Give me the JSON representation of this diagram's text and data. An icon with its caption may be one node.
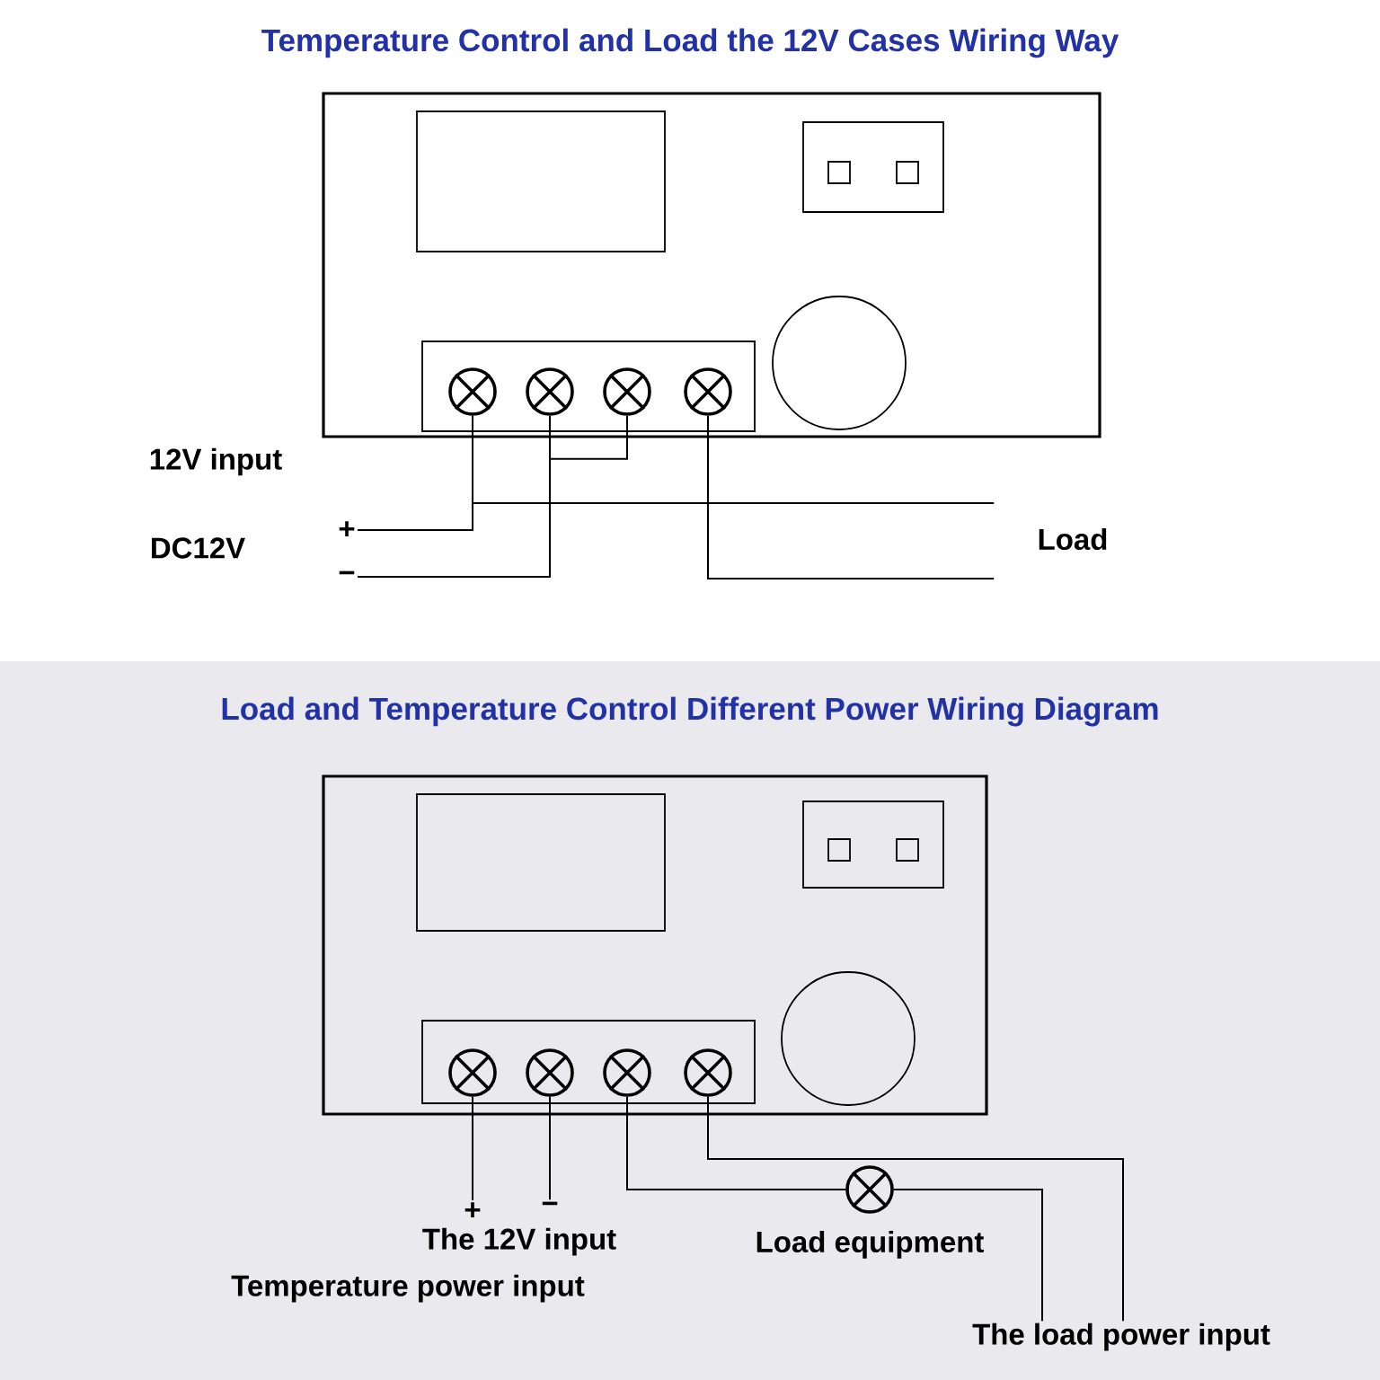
{
  "diagram": {
    "title": "Temperature Control and Load the 12V Cases Wiring Way",
    "nodes": [
      {
        "text": [],
        "shape": "box"
      },
      {
        "text": [],
        "shape": "box",
        "in": 0
      },
      {
        "text": [],
        "shape": "box",
        "in": 0
      },
      {
        "text": [],
        "shape": "circle",
        "in": 0
      },
      {
        "text": [],
        "shape": "box",
        "in": 0
      },
      {
        "text": [],
        "shape": "circle",
        "in": 4
      },
      {
        "text": [],
        "shape": "circle",
        "in": 4
      },
      {
        "text": [],
        "shape": "circle",
        "in": 4
      },
      {
        "text": [],
        "shape": "circle",
        "in": 4
      },
      {
        "text": [
          "+"
        ]
      },
      {
        "text": [
          "−"
        ]
      },
      {
        "text": [
          "Load"
        ]
      },
      {
        "text": [],
        "shape": "box"
      },
      {
        "text": [],
        "shape": "box",
        "in": 12
      },
      {
        "text": [],
        "shape": "box",
        "in": 12
      },
      {
        "text": [],
        "shape": "circle",
        "in": 12
      },
      {
        "text": [],
        "shape": "box",
        "in": 12
      },
      {
        "text": [],
        "shape": "circle",
        "in": 16
      },
      {
        "text": [],
        "shape": "circle",
        "in": 16
      },
      {
        "text": [],
        "shape": "circle",
        "in": 16
      },
      {
        "text": [],
        "shape": "circle",
        "in": 16
      },
      {
        "text": [
          "+"
        ]
      },
      {
        "text": [
          "−"
        ]
      },
      {
        "text": [],
        "shape": "circle",
        "beside": [
          "Load equipment"
        ]
      },
      {
        "text": [
          "The load power input"
        ]
      }
    ],
    "edges": [
      {
        "from": 5,
        "to": 9,
        "arrow": "none"
      },
      {
        "from": 5,
        "to": 11,
        "arrow": "none"
      },
      {
        "from": 6,
        "to": 10,
        "arrow": "none"
      },
      {
        "from": 6,
        "to": 7,
        "arrow": "none"
      },
      {
        "from": 8,
        "to": 11,
        "arrow": "none"
      },
      {
        "from": 17,
        "to": 21,
        "arrow": "none"
      },
      {
        "from": 18,
        "to": 22,
        "arrow": "none"
      },
      {
        "from": 19,
        "to": 23,
        "arrow": "none"
      },
      {
        "from": 23,
        "to": 24,
        "arrow": "none"
      },
      {
        "from": 20,
        "to": 24,
        "arrow": "none"
      }
    ],
    "labels": [
      "12V input",
      "DC12V",
      "Load and Temperature Control Different Power Wiring Diagram",
      "The 12V input",
      "Temperature power input"
    ]
  }
}
